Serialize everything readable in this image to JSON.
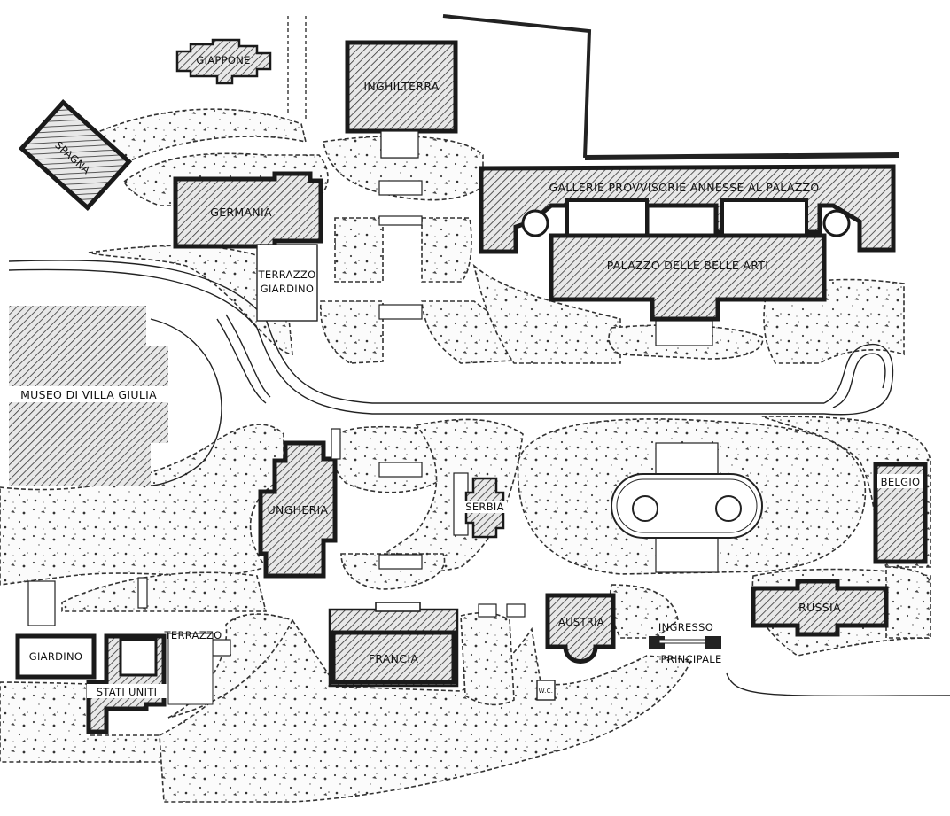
{
  "map": {
    "labels": {
      "giappone": "GIAPPONE",
      "inghilterra": "INGHILTERRA",
      "spagna": "SPAGNA",
      "germania": "GERMANIA",
      "terrazzo_giardino_1": "TERRAZZO",
      "terrazzo_giardino_2": "GIARDINO",
      "gallerie": "GALLERIE PROVVISORIE ANNESSE AL PALAZZO",
      "palazzo": "PALAZZO DELLE BELLE ARTI",
      "museo": "MUSEO DI VILLA GIULIA",
      "ungheria": "UNGHERIA",
      "serbia": "SERBIA",
      "belgio": "BELGIO",
      "russia": "RUSSIA",
      "austria": "AUSTRIA",
      "francia": "FRANCIA",
      "giardino": "GIARDINO",
      "terrazzo": "TERRAZZO",
      "stati_uniti": "STATI UNITI",
      "ingresso": "INGRESSO",
      "principale": "PRINCIPALE",
      "wc": "W.C."
    },
    "colors": {
      "ink": "#1a1a1a",
      "paper": "#ffffff"
    }
  }
}
